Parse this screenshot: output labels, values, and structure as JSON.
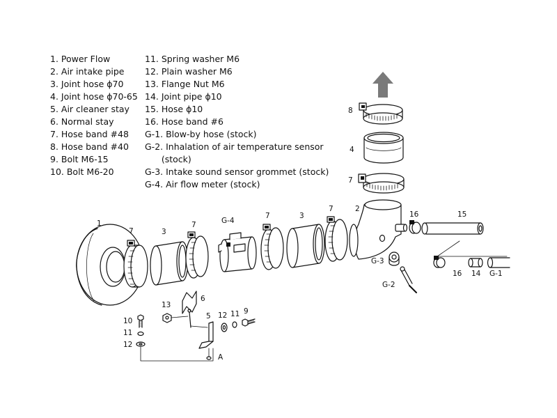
{
  "legend": {
    "col1": [
      "1. Power Flow",
      "2. Air intake pipe",
      "3. Joint hose ϕ70",
      "4. Joint hose ϕ70-65",
      "5. Air cleaner stay",
      "6. Normal stay",
      "7. Hose band #48",
      "8. Hose band #40",
      "9. Bolt M6-15",
      "10. Bolt M6-20"
    ],
    "col2": [
      "11. Spring washer M6",
      "12. Plain washer M6",
      "13. Flange Nut M6",
      "14. Joint pipe ϕ10",
      "15. Hose ϕ10",
      "16. Hose band #6",
      "G-1. Blow-by hose (stock)",
      "G-2. Inhalation of air temperature sensor",
      "      (stock)",
      "G-3. Intake sound sensor grommet (stock)",
      "G-4. Air flow meter (stock)"
    ]
  },
  "labels": {
    "l1": "1",
    "l7a": "7",
    "l3a": "3",
    "l7b": "7",
    "lG4": "G-4",
    "l7c": "7",
    "l3b": "3",
    "l7d": "7",
    "l2": "2",
    "l16a": "16",
    "l15": "15",
    "l8": "8",
    "l4": "4",
    "l7e": "7",
    "lG3": "G-3",
    "lG2": "G-2",
    "l16b": "16",
    "l14": "14",
    "lG1": "G-1",
    "l13": "13",
    "l6": "6",
    "l10": "10",
    "l11a": "11",
    "l12a": "12",
    "l5": "5",
    "l12b": "12",
    "l11b": "11",
    "l9": "9",
    "lA": "A"
  },
  "colors": {
    "line": "#111111",
    "arrow": "#7a7a7a",
    "fill": "#ffffff"
  }
}
